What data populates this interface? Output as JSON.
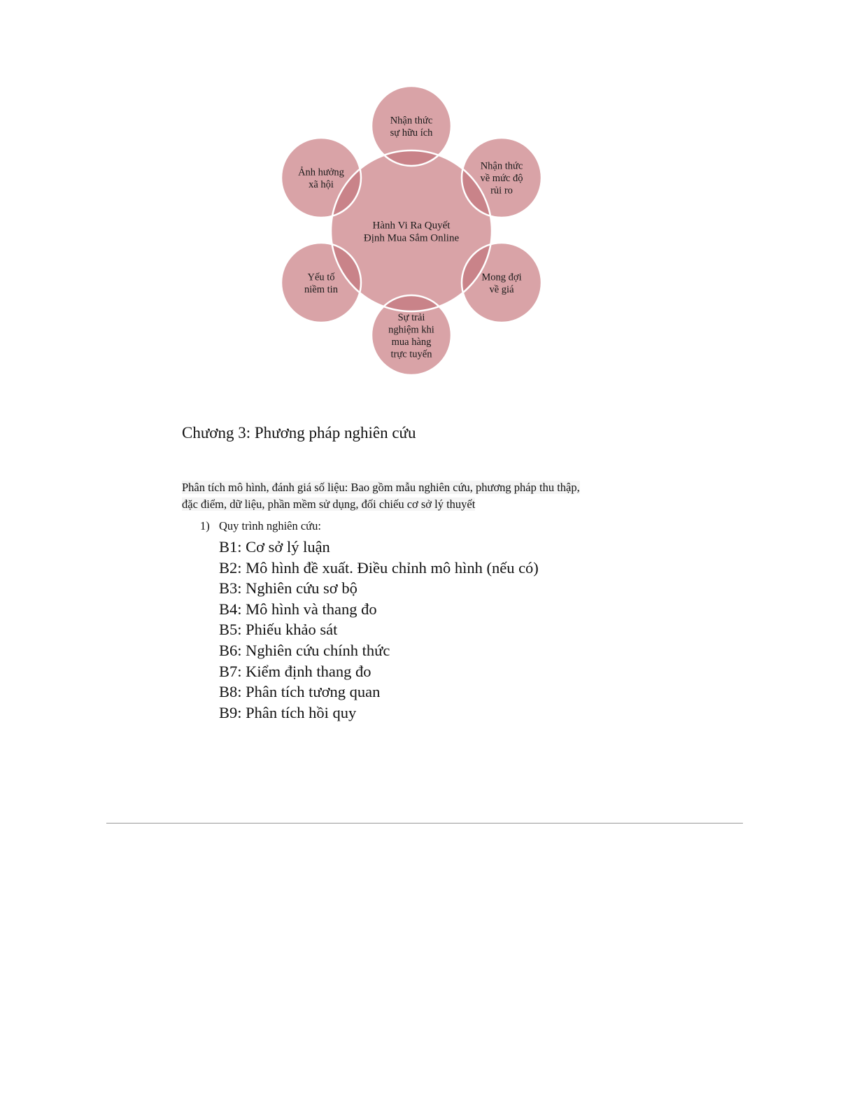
{
  "diagram": {
    "center": {
      "lines": [
        "Hành Vi Ra Quyết",
        "Định Mua Sắm Online"
      ]
    },
    "nodes": [
      {
        "id": "top",
        "lines": [
          "Nhận thức",
          "sự hữu ích"
        ]
      },
      {
        "id": "upper-right",
        "lines": [
          "Nhận thức",
          "về mức độ",
          "rủi ro"
        ]
      },
      {
        "id": "lower-right",
        "lines": [
          "Mong đợi",
          "về giá"
        ]
      },
      {
        "id": "bottom",
        "lines": [
          "Sự trải",
          "nghiệm khi",
          "mua hàng",
          "trực tuyến"
        ]
      },
      {
        "id": "lower-left",
        "lines": [
          "Yếu tố",
          "niềm tin"
        ]
      },
      {
        "id": "upper-left",
        "lines": [
          "Ảnh hưởng",
          "xã hội"
        ]
      }
    ],
    "colors": {
      "fill": "#d9a3a7",
      "stroke": "#ffffff",
      "overlap": "#c98389"
    }
  },
  "chapter": {
    "title": "Chương 3: Phương pháp nghiên cứu"
  },
  "intro": {
    "line1": "Phân tích mô hình, đánh giá số liệu: Bao gồm mẫu nghiên cứu, phương pháp thu thập,",
    "line2": "đặc điểm, dữ liệu, phần mềm sử dụng, đối chiếu cơ sở lý thuyết"
  },
  "process": {
    "number": "1)",
    "heading": "Quy trình nghiên cứu:",
    "steps": [
      "B1: Cơ sở lý luận",
      "B2: Mô hình đề xuất. Điều chỉnh mô hình (nếu có)",
      "B3: Nghiên cứu sơ bộ",
      "B4: Mô hình và thang đo",
      "B5: Phiếu khảo sát",
      "B6: Nghiên cứu chính thức",
      "B7: Kiểm định thang đo",
      "B8: Phân tích tương quan",
      "B9: Phân tích hồi quy"
    ]
  }
}
